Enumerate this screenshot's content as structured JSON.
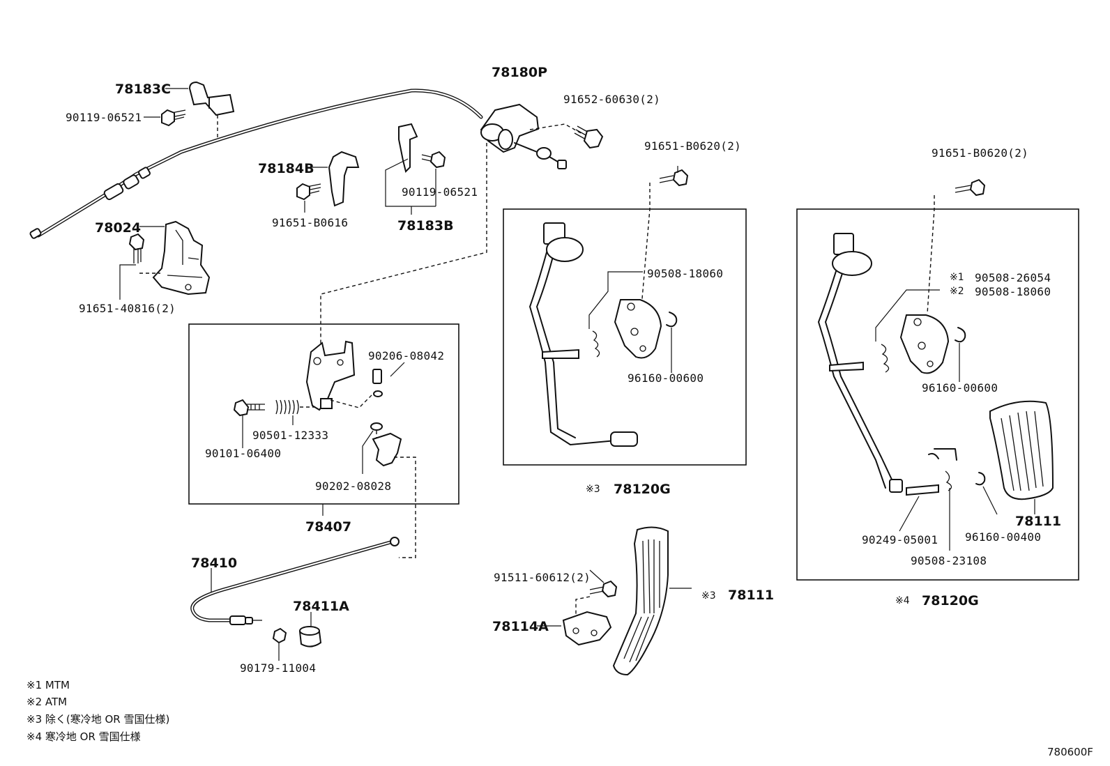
{
  "labels": {
    "l_78180P": "78180P",
    "l_78183C": "78183C",
    "l_90119_06521_a": "90119-06521",
    "l_91652_60630": "91652-60630(2)",
    "l_78184B": "78184B",
    "l_91651_B0616": "91651-B0616",
    "l_90119_06521_b": "90119-06521",
    "l_78183B": "78183B",
    "l_78024": "78024",
    "l_91651_40816": "91651-40816(2)",
    "l_91651_B0620_a": "91651-B0620(2)",
    "l_91651_B0620_b": "91651-B0620(2)",
    "l_90508_18060_a": "90508-18060",
    "l_96160_00600_a": "96160-00600",
    "l_78120G_a": "78120G",
    "l_90206_08042": "90206-08042",
    "l_90501_12333": "90501-12333",
    "l_90101_06400": "90101-06400",
    "l_90202_08028": "90202-08028",
    "l_78407": "78407",
    "l_78410": "78410",
    "l_78411A": "78411A",
    "l_90179_11004": "90179-11004",
    "l_91511_60612": "91511-60612(2)",
    "l_78114A": "78114A",
    "l_78111_a": "78111",
    "l_90508_26054": "90508-26054",
    "l_90508_18060_b": "90508-18060",
    "l_96160_00600_b": "96160-00600",
    "l_78111_b": "78111",
    "l_90249_05001": "90249-05001",
    "l_96160_00400": "96160-00400",
    "l_90508_23108": "90508-23108",
    "l_78120G_b": "78120G"
  },
  "marks": {
    "m1": "※1",
    "m2": "※2",
    "m3_a": "※3",
    "m3_b": "※3",
    "m4": "※4"
  },
  "legend": [
    "※1 MTM",
    "※2 ATM",
    "※3 除く(寒冷地 OR 雪国仕様)",
    "※4 寒冷地 OR 雪国仕様"
  ],
  "diagram_code": "780600F"
}
